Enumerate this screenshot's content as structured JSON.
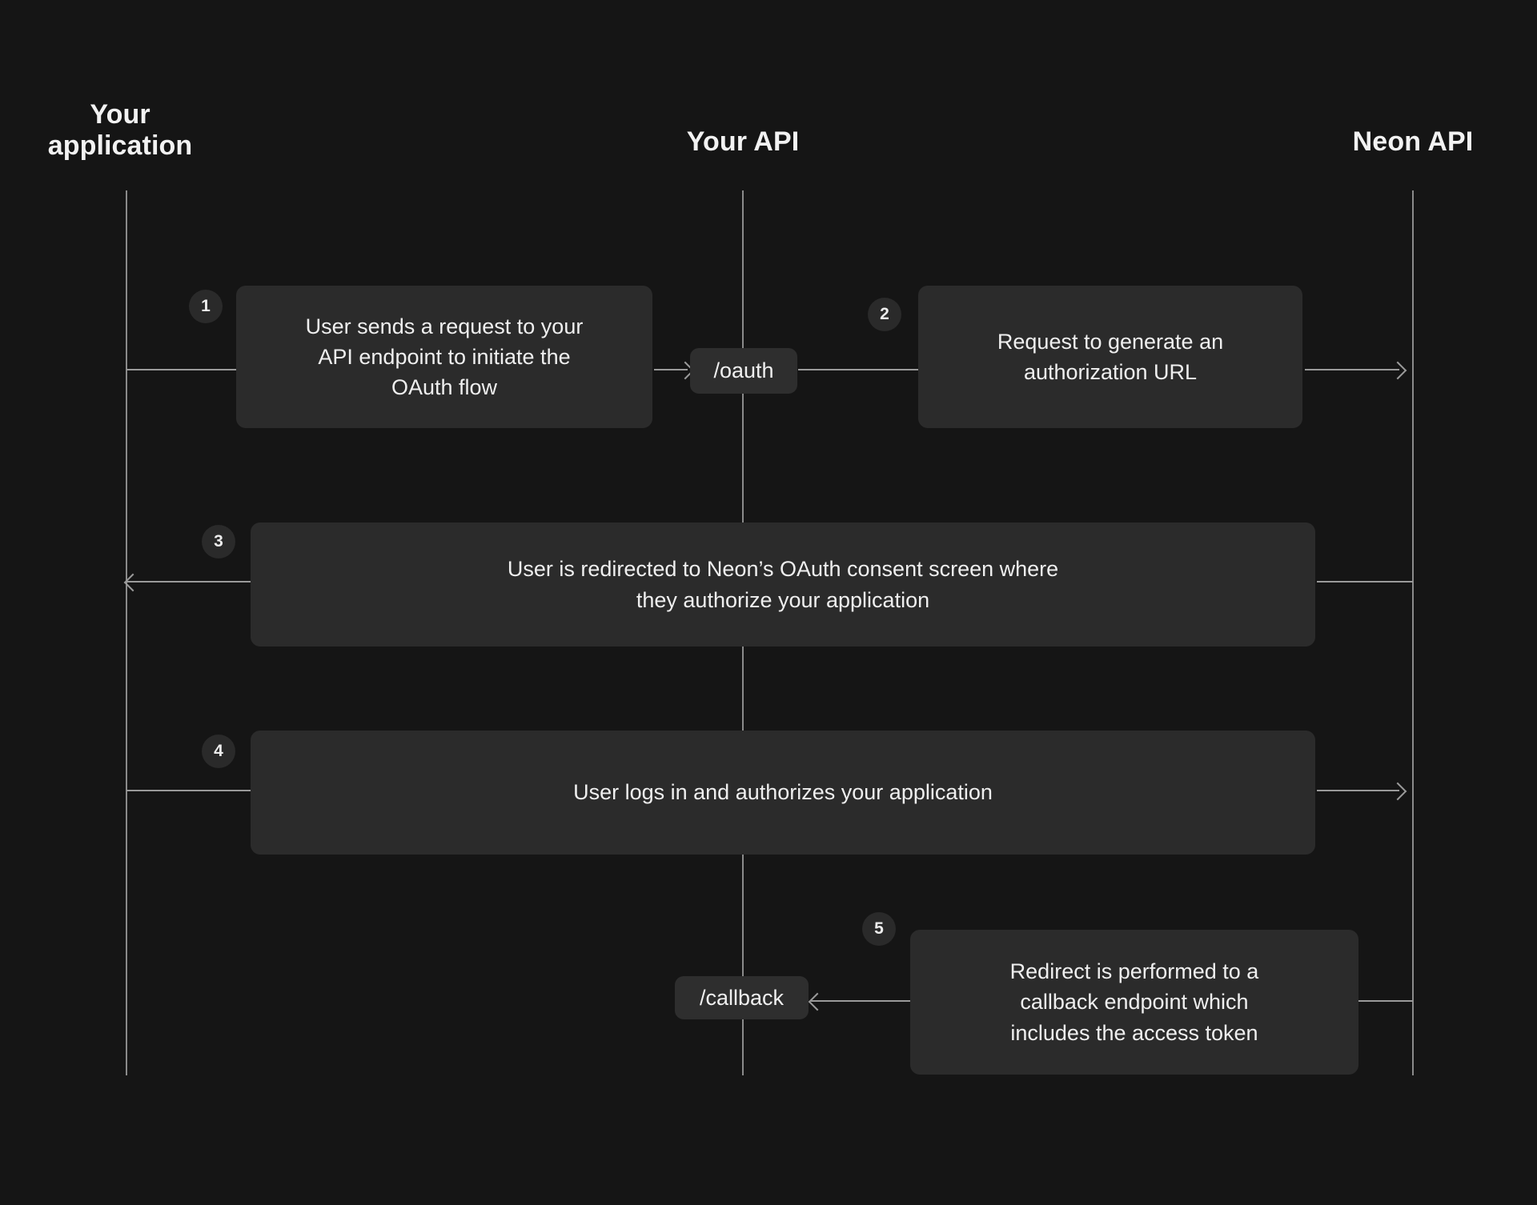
{
  "diagram": {
    "title": "Neon OAuth flow sequence diagram",
    "background_color": "#151515",
    "box_color": "#2b2b2b",
    "badge_color": "#2a2a2a",
    "pill_color": "#2e2e2e",
    "line_color": "#9a9a9a",
    "text_color": "#efefef"
  },
  "lanes": [
    {
      "id": "your-application",
      "label": "Your\napplication"
    },
    {
      "id": "your-api",
      "label": "Your API"
    },
    {
      "id": "neon-api",
      "label": "Neon API"
    }
  ],
  "steps": [
    {
      "number": "1",
      "text": "User sends a request to your\nAPI endpoint to initiate the\nOAuth flow",
      "from": "your-application",
      "to": "your-api"
    },
    {
      "number": "2",
      "text": "Request to generate an\nauthorization URL",
      "from": "your-api",
      "to": "neon-api"
    },
    {
      "number": "3",
      "text": "User is redirected to Neon’s OAuth consent screen where\nthey authorize your application",
      "from": "neon-api",
      "to": "your-application"
    },
    {
      "number": "4",
      "text": "User logs in and authorizes your application",
      "from": "your-application",
      "to": "neon-api"
    },
    {
      "number": "5",
      "text": "Redirect is performed to a\ncallback endpoint which\nincludes the access token",
      "from": "neon-api",
      "to": "your-api"
    }
  ],
  "endpoints": [
    {
      "id": "oauth",
      "label": "/oauth"
    },
    {
      "id": "callback",
      "label": "/callback"
    }
  ]
}
